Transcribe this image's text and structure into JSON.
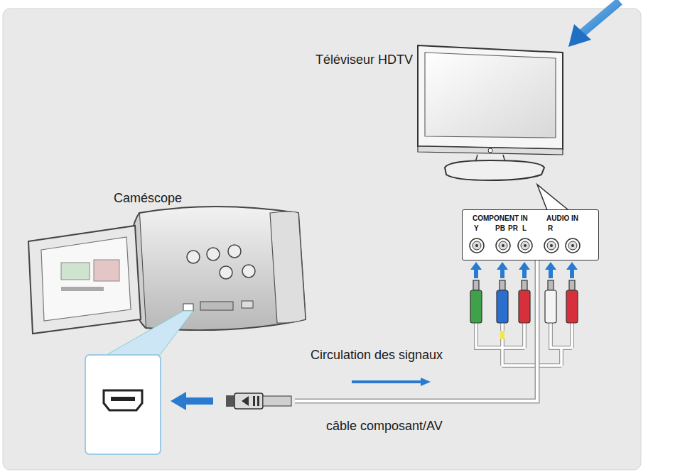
{
  "diagram": {
    "nodes": [
      {
        "text": [
          "Téléviseur HDTV"
        ]
      },
      {
        "text": [
          "COMPONENT IN",
          "AUDIO IN",
          "Y",
          "PB",
          "PR",
          "L",
          "R"
        ]
      },
      {
        "text": [
          "Caméscope"
        ]
      }
    ],
    "edges": [
      {
        "from": 1,
        "to": 2,
        "arrow": "none",
        "label": "câble composant/AV"
      }
    ],
    "labels": [
      "Circulation des signaux"
    ]
  }
}
